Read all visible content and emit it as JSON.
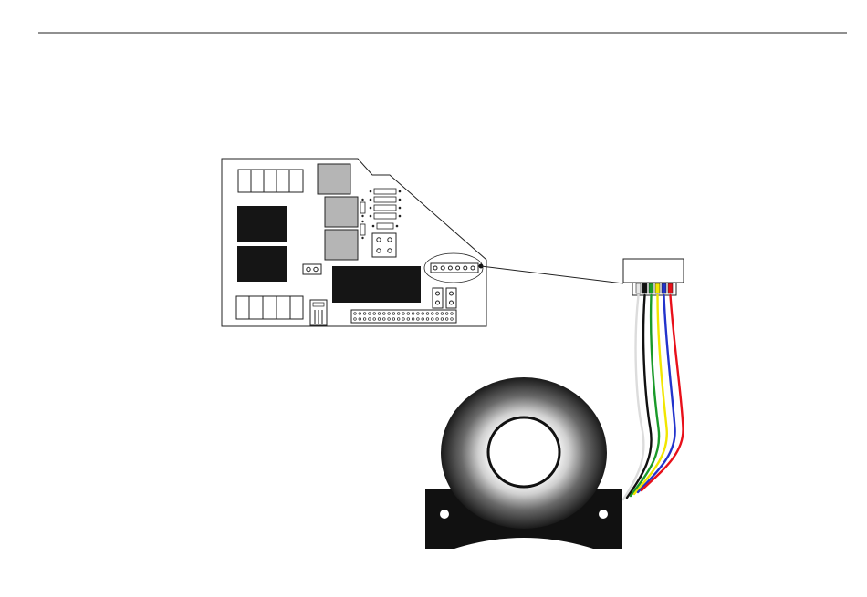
{
  "diagram": {
    "header_rule": true,
    "pcb_board": {
      "terminal_blocks": [
        {
          "positions": 5
        },
        {
          "positions": 5
        }
      ],
      "relays": 2,
      "transformers": 3,
      "resistors": 5,
      "ic_chip": 1,
      "jumpers": [
        "2-pin",
        "2x2",
        "2x2"
      ],
      "pin_header": {
        "rows": 2,
        "columns": 21
      },
      "ct_connector": {
        "pins": 6,
        "highlighted": true
      }
    },
    "cable_connector": {
      "wire_count": 6
    },
    "wires": [
      {
        "color": "#e8e8e8",
        "name": "white"
      },
      {
        "color": "#111111",
        "name": "black"
      },
      {
        "color": "#1a9a2a",
        "name": "green"
      },
      {
        "color": "#f2e600",
        "name": "yellow"
      },
      {
        "color": "#2233cc",
        "name": "blue"
      },
      {
        "color": "#e8101a",
        "name": "red"
      }
    ],
    "current_transformer": {
      "mounting_holes": 2
    }
  }
}
